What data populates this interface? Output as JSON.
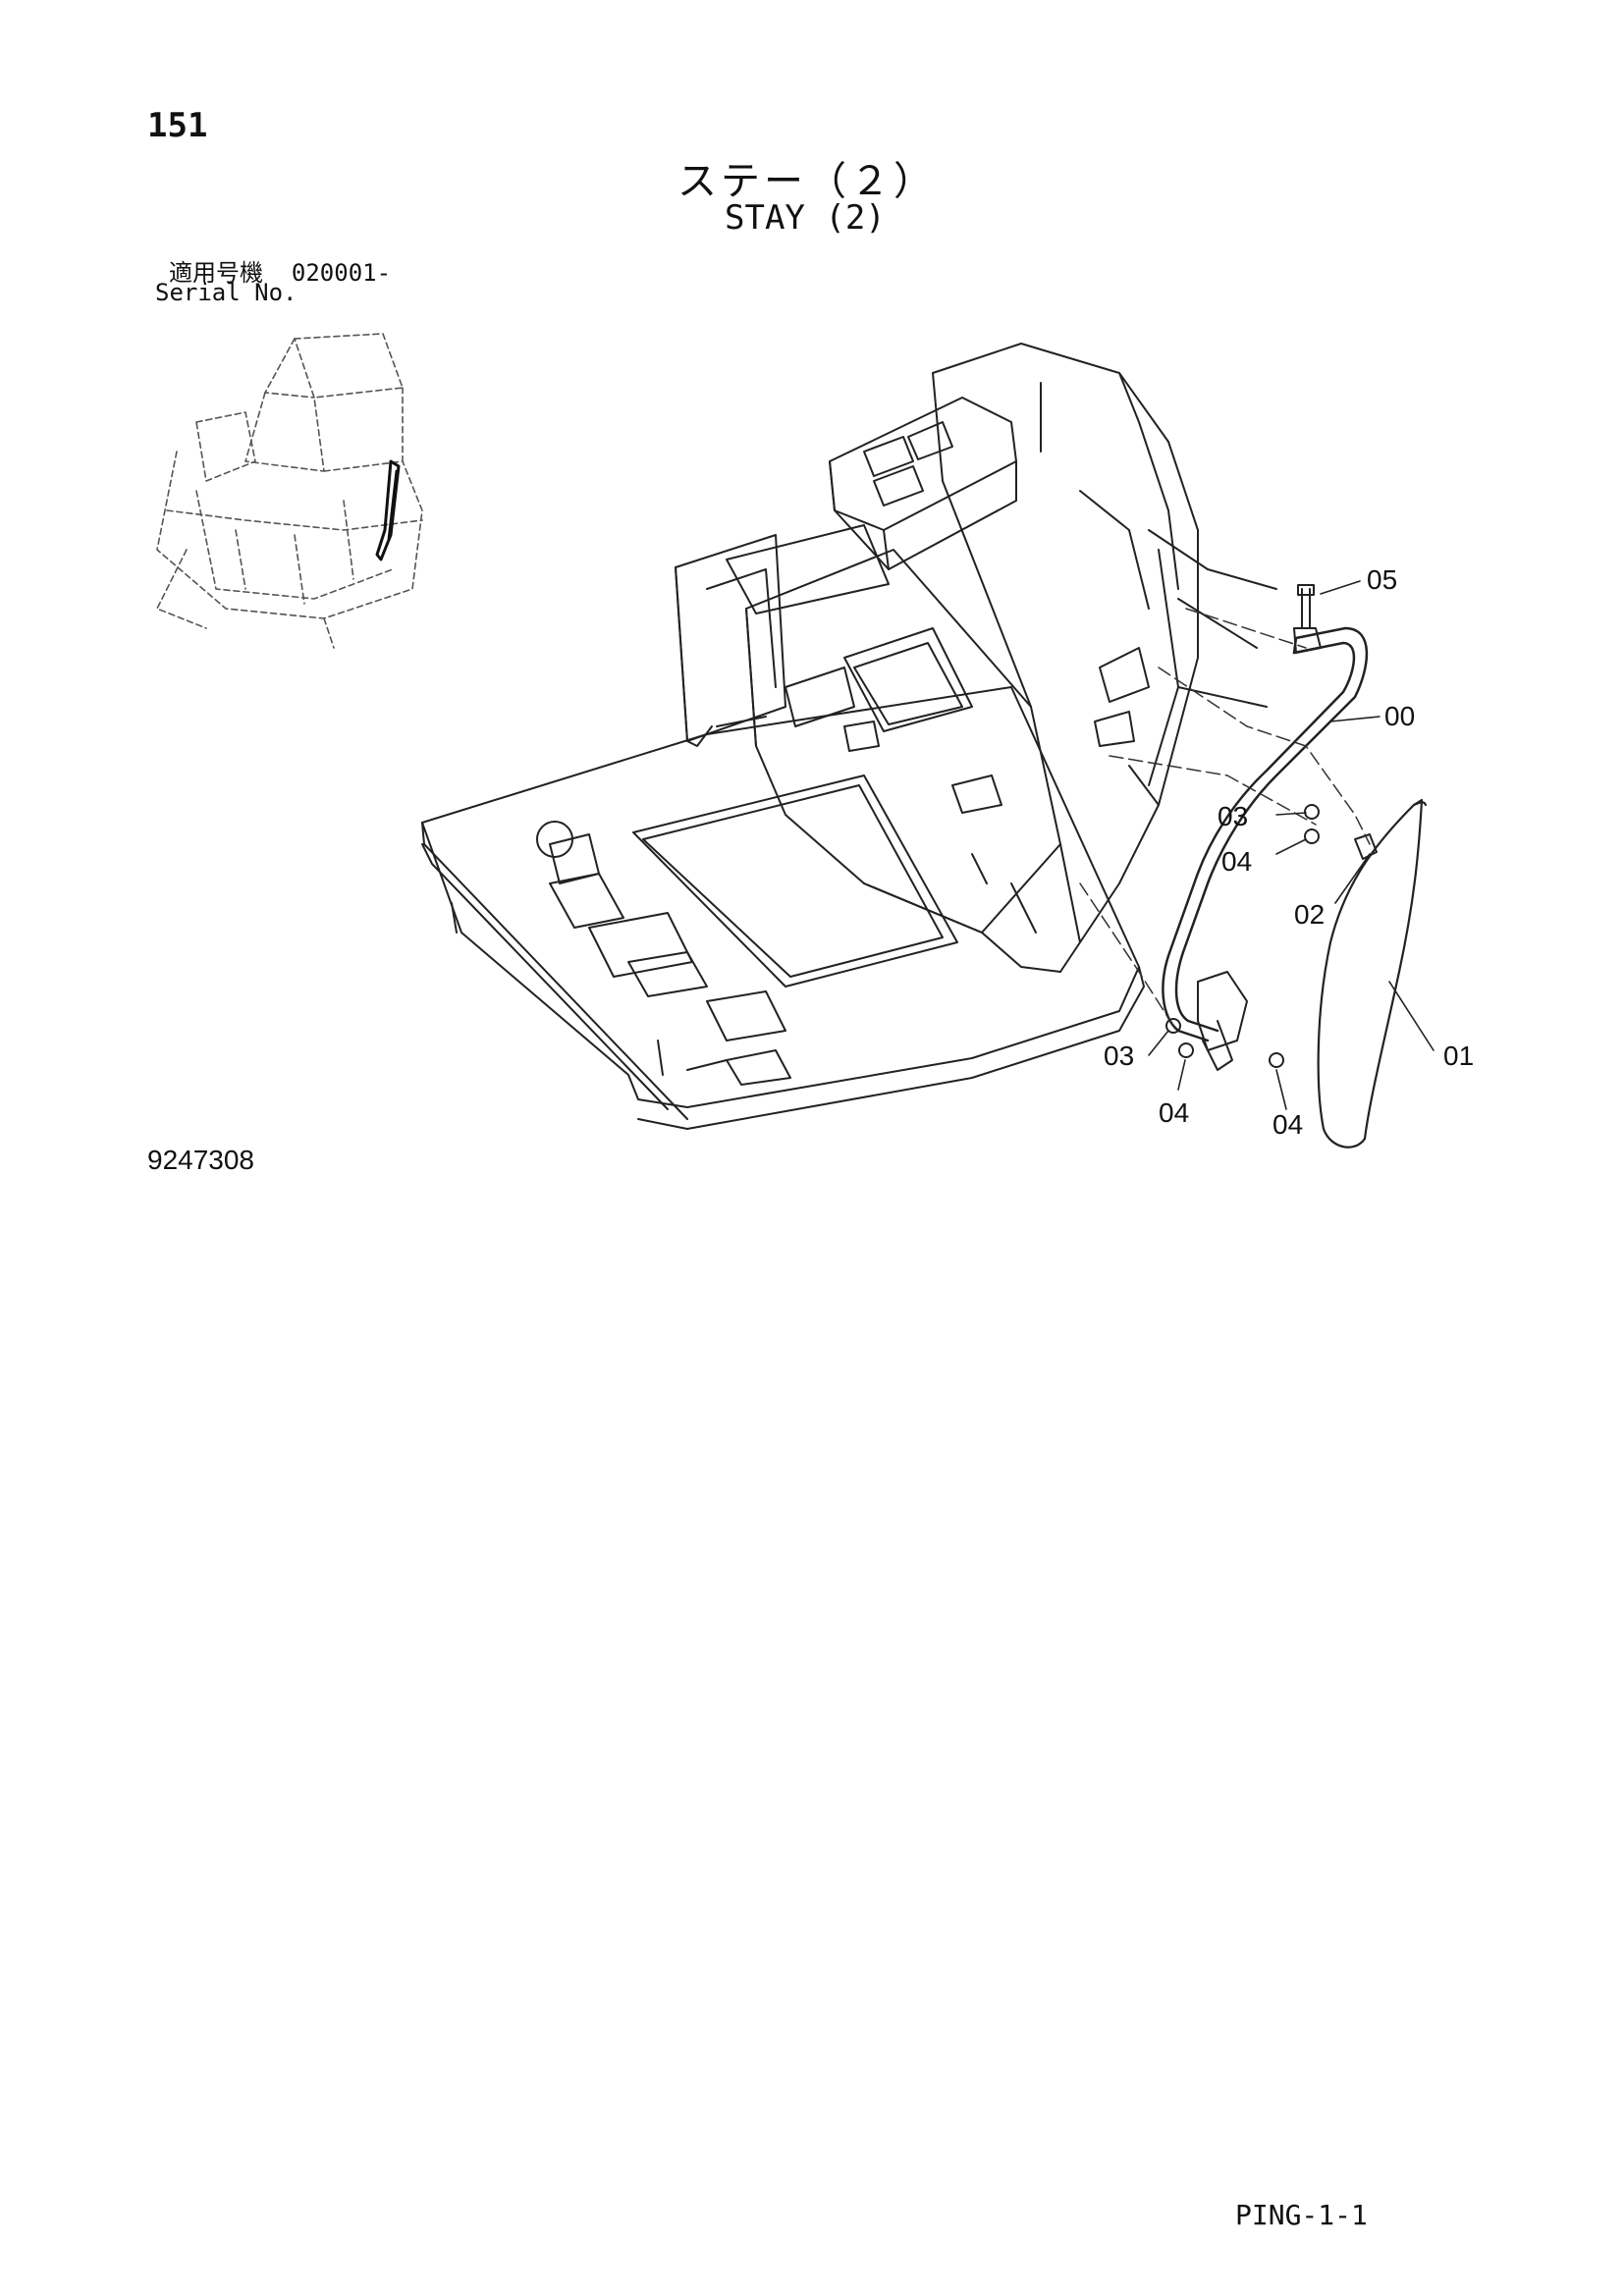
{
  "header": {
    "page_number": "151",
    "title_ja": "ステー（２）",
    "title_en": "STAY (2)",
    "serial_label_ja": "適用号機",
    "serial_value": "020001-",
    "serial_label_en": "Serial No."
  },
  "footer": {
    "drawing_number": "9247308",
    "page_code": "PING-1-1"
  },
  "callouts": [
    {
      "id": "05",
      "label": "05"
    },
    {
      "id": "00",
      "label": "00"
    },
    {
      "id": "03a",
      "label": "03"
    },
    {
      "id": "04a",
      "label": "04"
    },
    {
      "id": "02",
      "label": "02"
    },
    {
      "id": "03b",
      "label": "03"
    },
    {
      "id": "04b",
      "label": "04"
    },
    {
      "id": "04c",
      "label": "04"
    },
    {
      "id": "01",
      "label": "01"
    }
  ]
}
